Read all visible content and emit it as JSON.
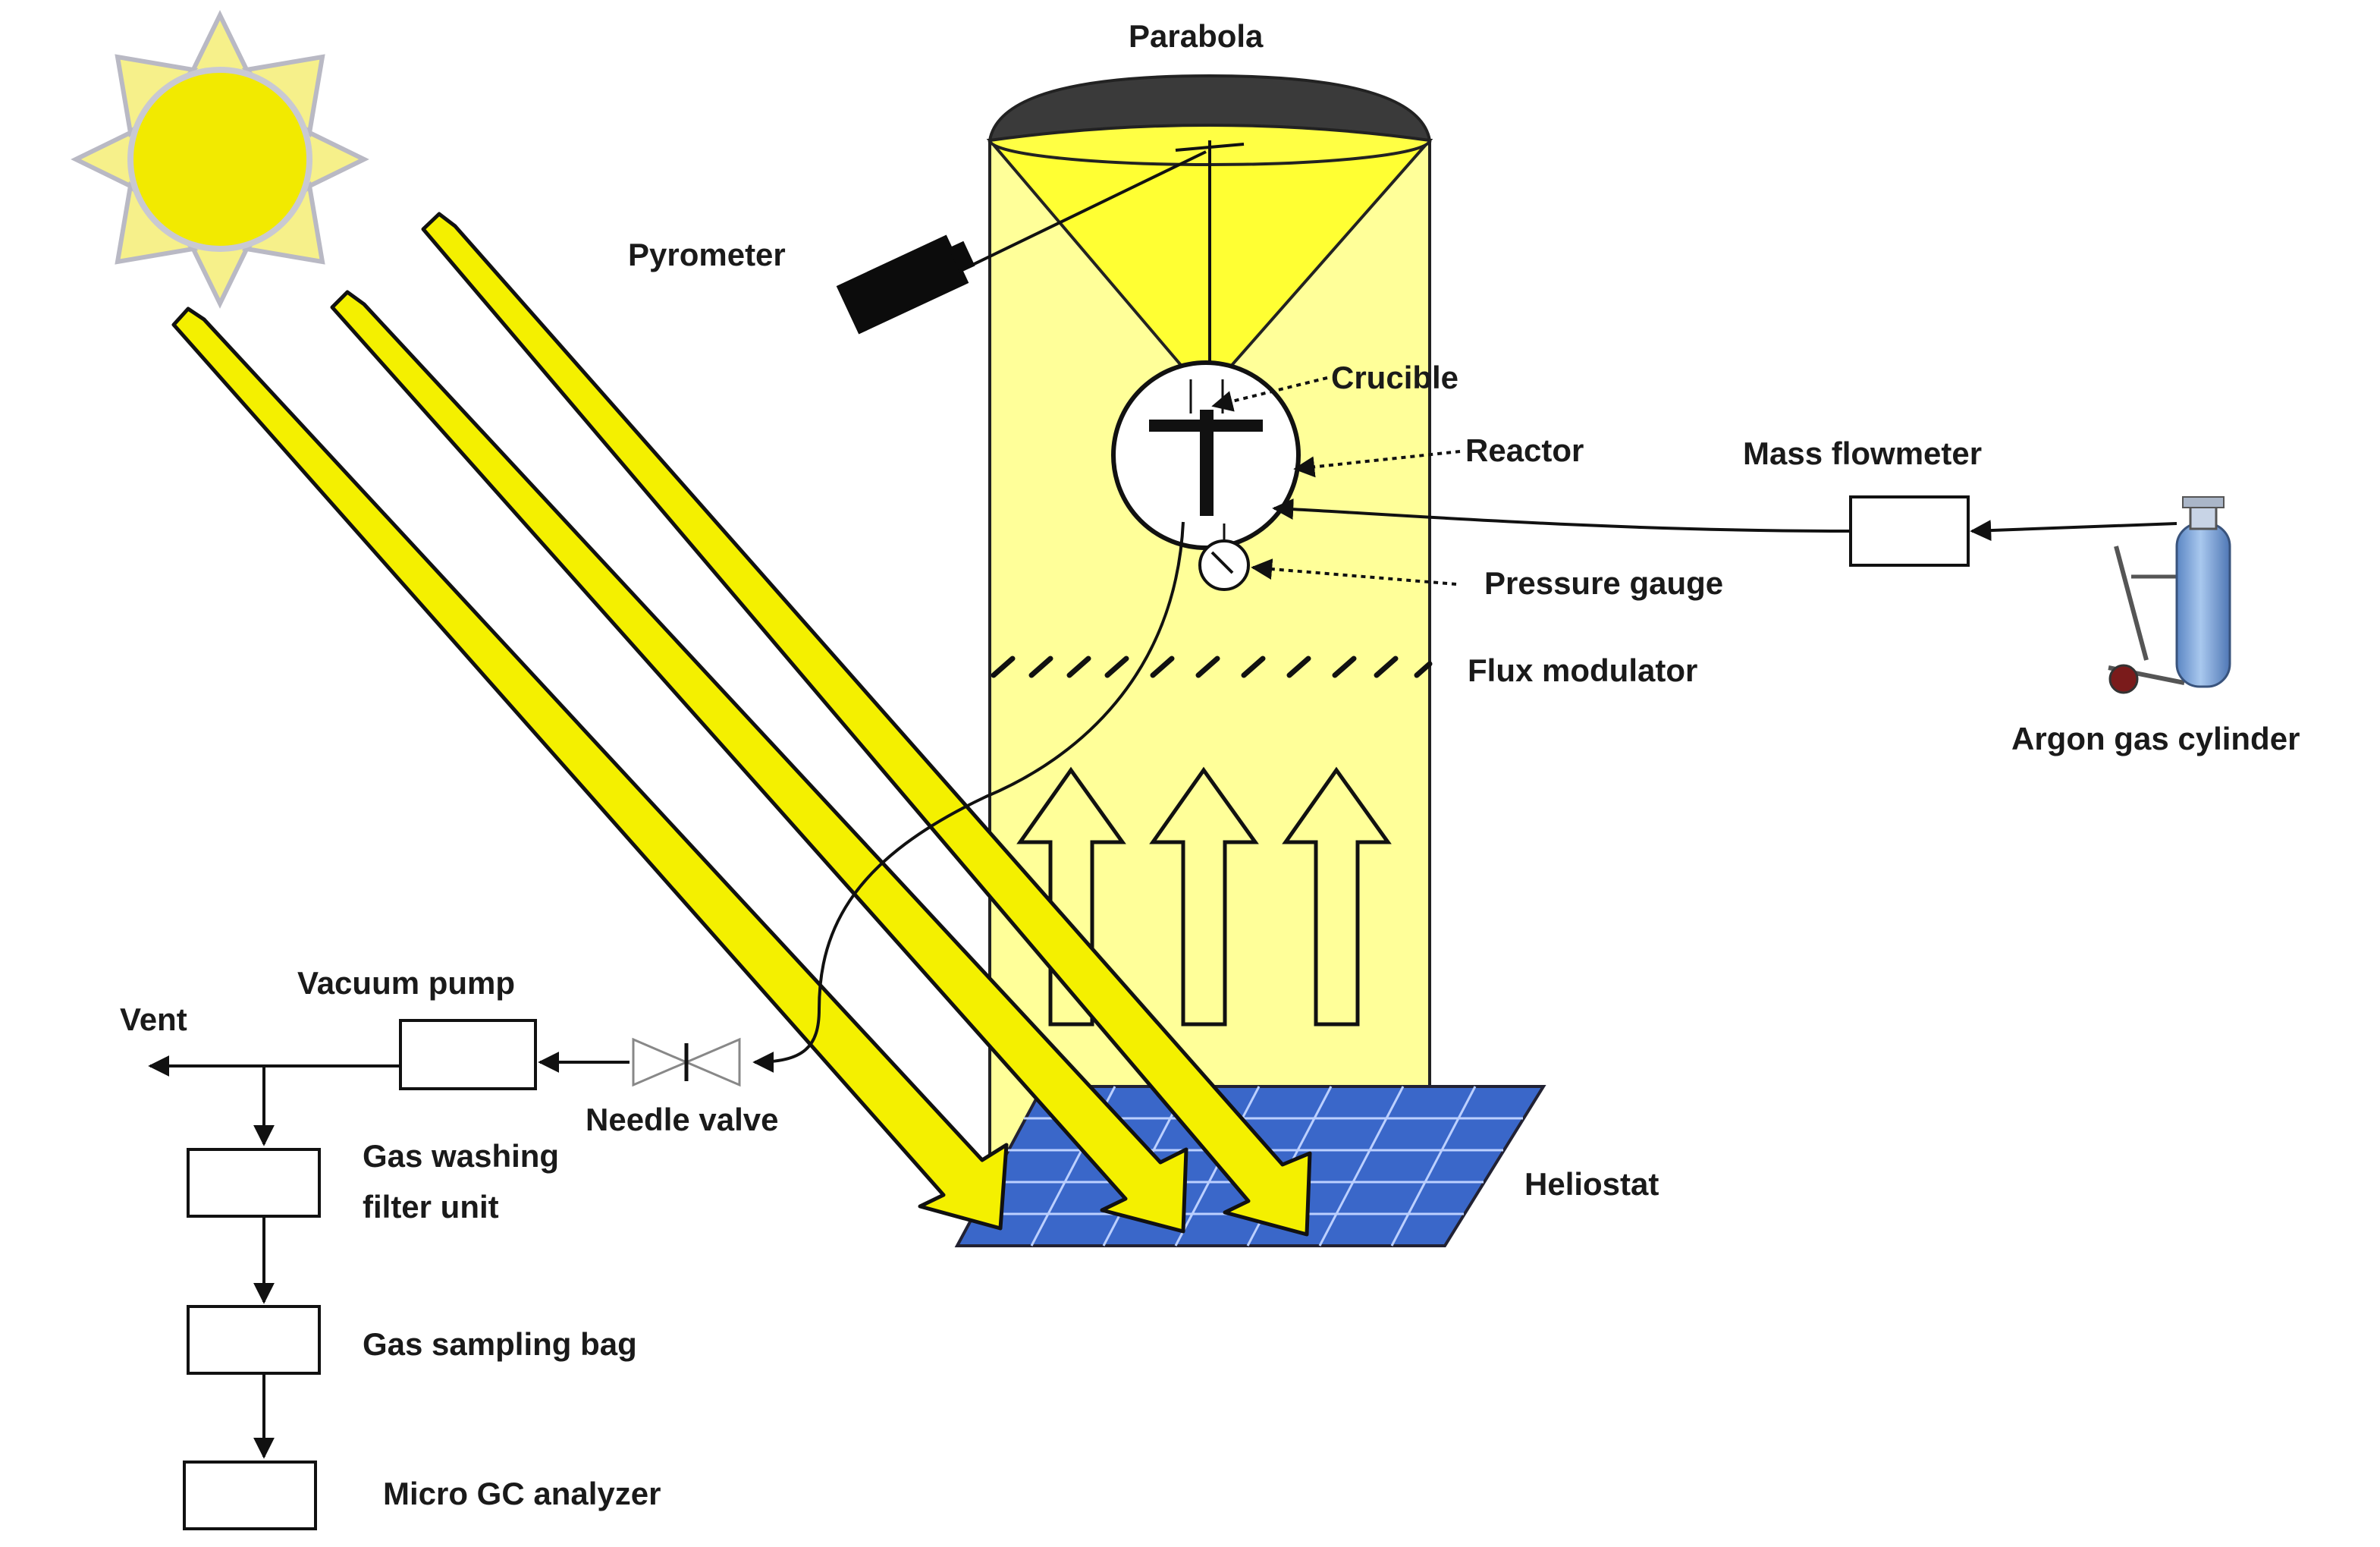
{
  "labels": {
    "parabola": "Parabola",
    "pyrometer": "Pyrometer",
    "crucible": "Crucible",
    "reactor": "Reactor",
    "mass_flowmeter": "Mass flowmeter",
    "pressure_gauge": "Pressure gauge",
    "flux_modulator": "Flux modulator",
    "argon_gas_cylinder": "Argon gas cylinder",
    "vacuum_pump": "Vacuum pump",
    "vent": "Vent",
    "needle_valve": "Needle valve",
    "gas_washing_line1": "Gas washing",
    "gas_washing_line2": "filter unit",
    "heliostat": "Heliostat",
    "gas_sampling_bag": "Gas sampling bag",
    "micro_gc_analyzer": "Micro GC analyzer"
  },
  "colors": {
    "sun": "#f2ea00",
    "sun_ray": "#f6f08a",
    "beam": "#ffff99",
    "cone": "#ffff33",
    "sunlight_arrow": "#f4f000",
    "heliostat": "#3a67c9",
    "parabola_dish": "#3a3a3a",
    "argon_cylinder": "#7fa8d8",
    "line": "#111111"
  }
}
